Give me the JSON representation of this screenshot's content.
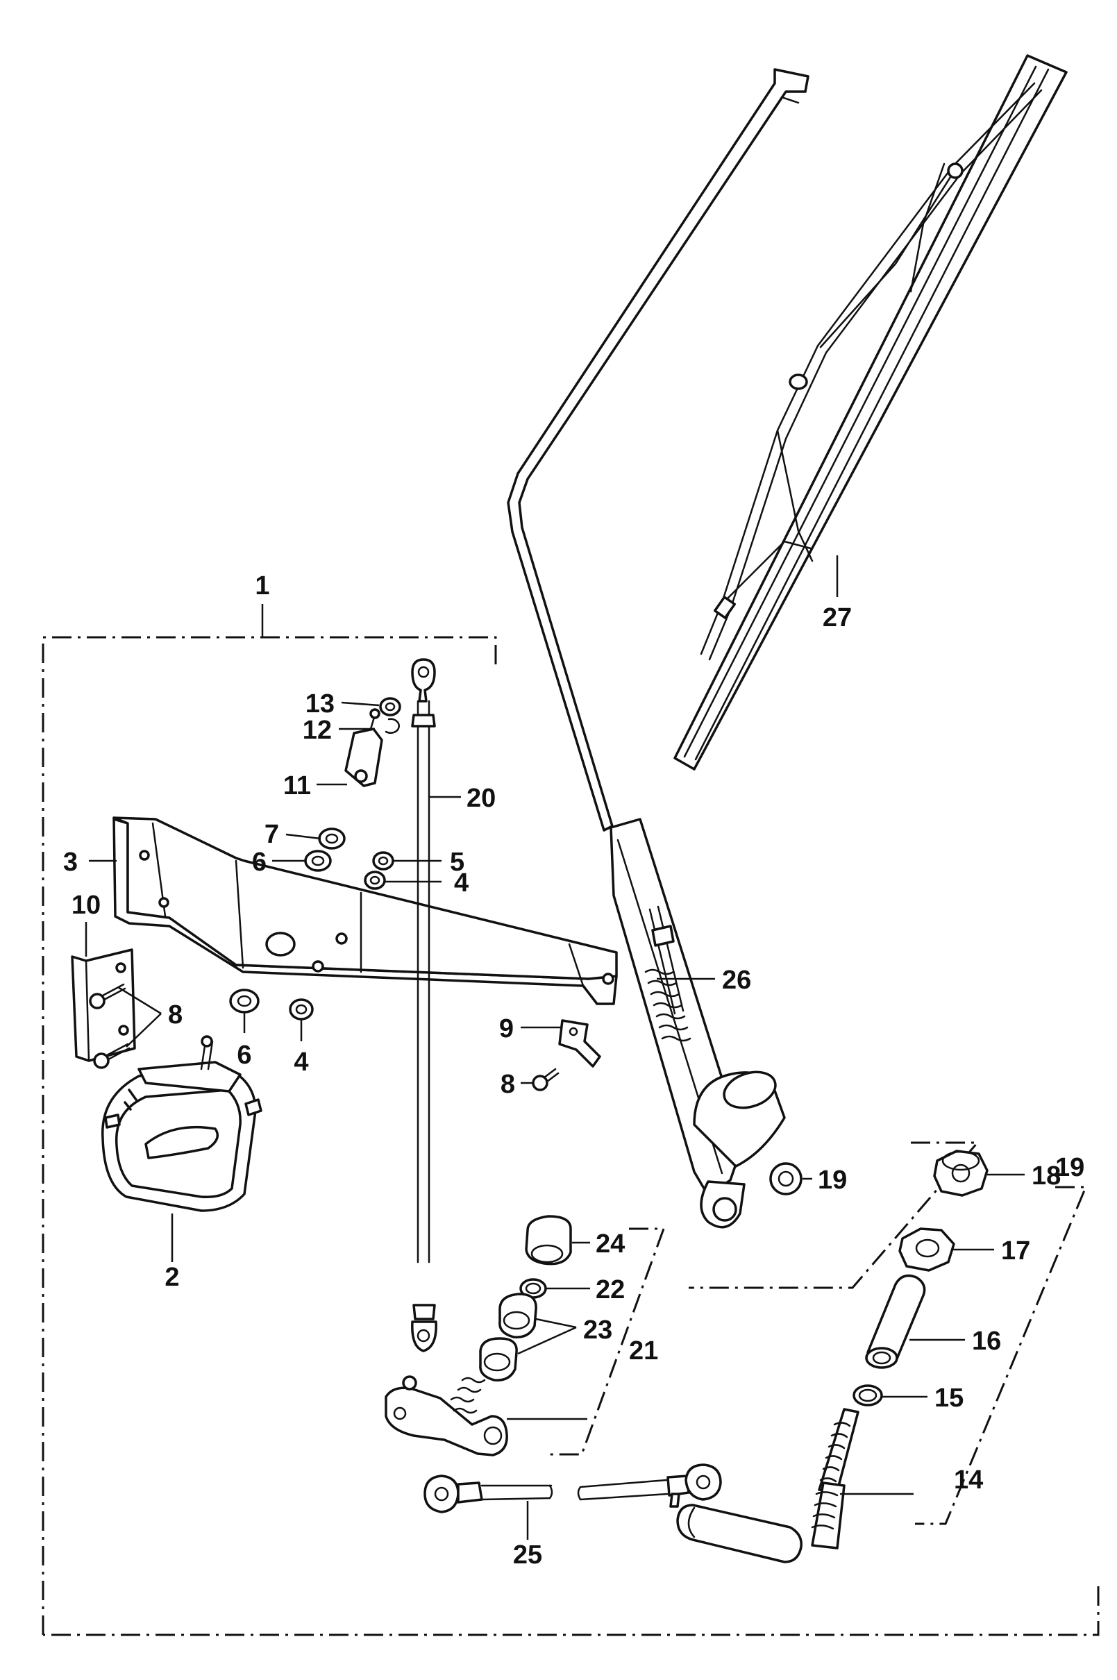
{
  "callouts": {
    "c1": "1",
    "c2": "2",
    "c3": "3",
    "c4a": "4",
    "c4b": "4",
    "c5": "5",
    "c6a": "6",
    "c6b": "6",
    "c7": "7",
    "c8a": "8",
    "c8b": "8",
    "c9": "9",
    "c10": "10",
    "c11": "11",
    "c12": "12",
    "c13": "13",
    "c14": "14",
    "c15": "15",
    "c16": "16",
    "c17": "17",
    "c18": "18",
    "c19a": "19",
    "c19b": "19",
    "c20": "20",
    "c21": "21",
    "c22": "22",
    "c23": "23",
    "c24": "24",
    "c25": "25",
    "c26": "26",
    "c27": "27"
  }
}
